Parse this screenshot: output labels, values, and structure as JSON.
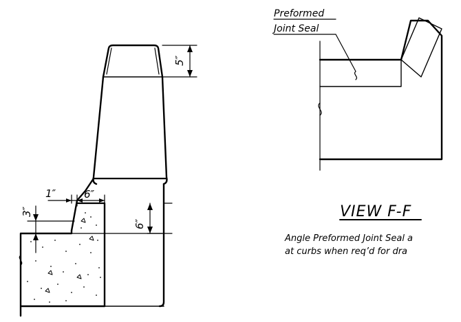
{
  "left_detail": {
    "dim_top": "5″",
    "dim_gap": "1″",
    "dim_taper": "6″",
    "dim_left": "3″",
    "dim_right": "6″"
  },
  "right_detail": {
    "callout_line1": "Preformed",
    "callout_line2": "Joint Seal"
  },
  "view_title": "VIEW F-F",
  "note_line1": "Angle Preformed Joint Seal a",
  "note_line2": "at curbs when req’d for dra"
}
